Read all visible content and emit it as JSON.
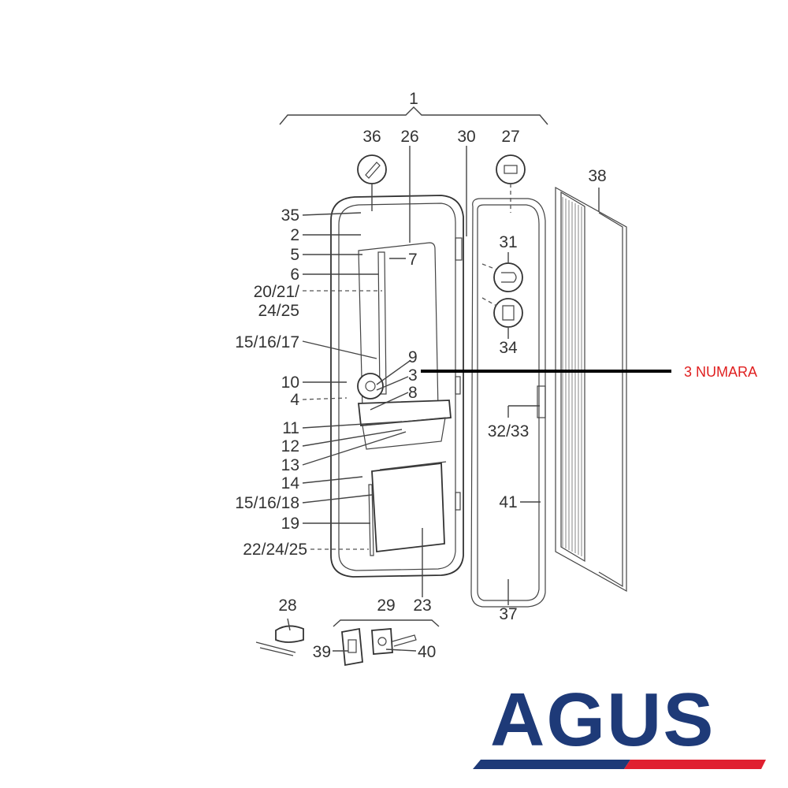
{
  "diagram": {
    "top_label": "1",
    "labels_left": [
      "35",
      "2",
      "5",
      "6",
      "20/21/",
      "24/25",
      "15/16/17",
      "10",
      "4",
      "11",
      "12",
      "13",
      "14",
      "15/16/18",
      "19",
      "22/24/25"
    ],
    "labels_top": [
      "36",
      "26",
      "30",
      "27",
      "38"
    ],
    "labels_right": [
      "7",
      "9",
      "3",
      "8",
      "31",
      "34",
      "32/33",
      "41",
      "37",
      "23"
    ],
    "labels_bottom": [
      "28",
      "29",
      "39",
      "40"
    ]
  },
  "callout": {
    "text": "3 NUMARA",
    "color": "#e02020"
  },
  "logo": {
    "text": "AGUS",
    "color": "#1e3a78",
    "stripe_blue": "#1e3a78",
    "stripe_red": "#e02030"
  }
}
